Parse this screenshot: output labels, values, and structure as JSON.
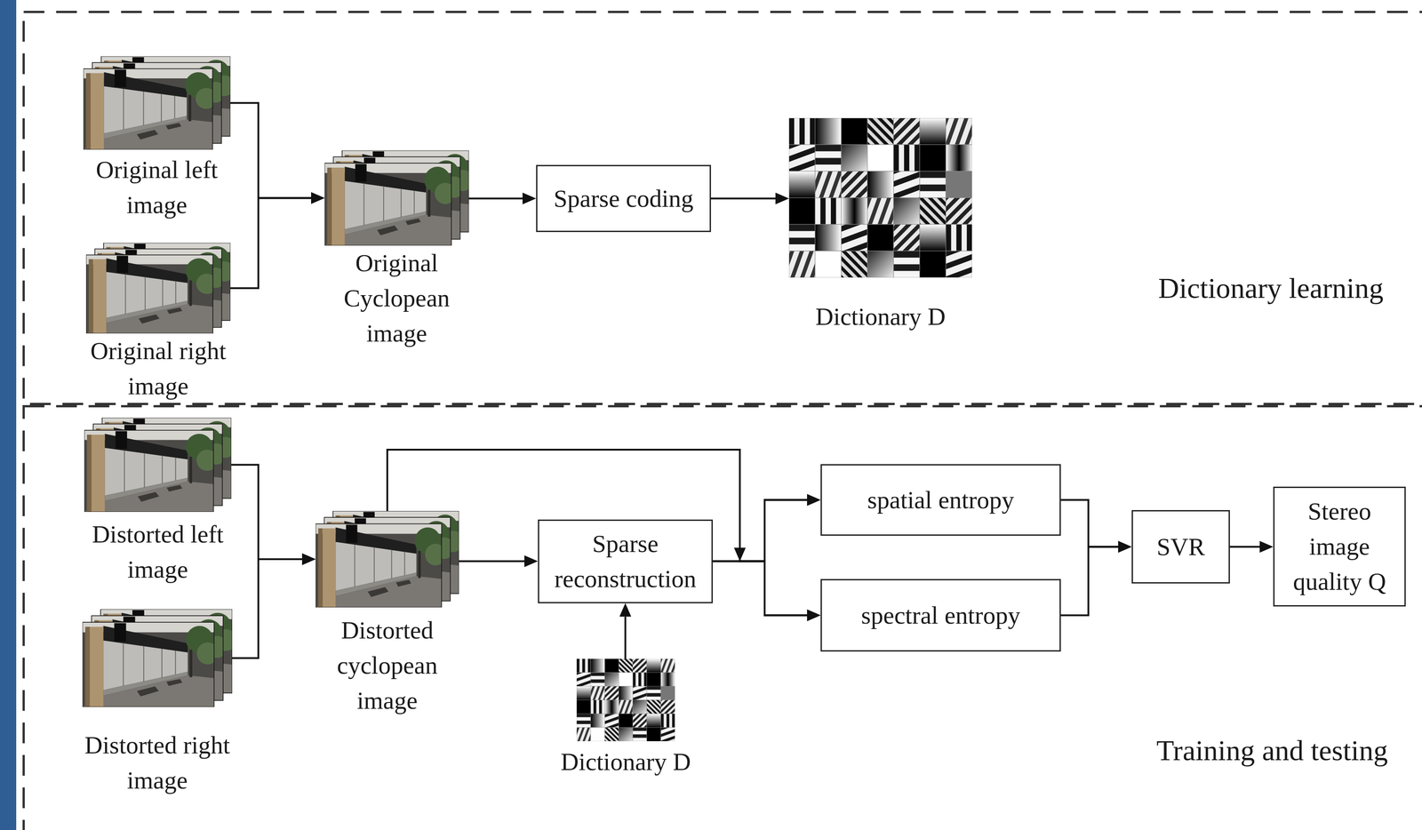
{
  "diagram": {
    "nodes": [
      {
        "text": [
          "Dictionary learning"
        ]
      },
      {
        "text": [
          "Original left image"
        ],
        "in": 0
      },
      {
        "text": [
          "Original right image"
        ],
        "in": 0
      },
      {
        "text": [
          "Original Cyclopean image"
        ],
        "in": 0
      },
      {
        "text": [
          "Sparse coding"
        ],
        "in": 0
      },
      {
        "text": [
          "Dictionary D"
        ],
        "in": 0
      },
      {
        "text": [
          "Training and testing"
        ]
      },
      {
        "text": [
          "Distorted left image"
        ],
        "in": 6
      },
      {
        "text": [
          "Distorted right image"
        ],
        "in": 6
      },
      {
        "text": [
          "Distorted cyclopean image"
        ],
        "in": 6
      },
      {
        "text": [
          "Sparse reconstruction"
        ],
        "in": 6
      },
      {
        "text": [
          "Dictionary D"
        ],
        "in": 6
      },
      {
        "text": [
          "spatial entropy"
        ],
        "in": 6
      },
      {
        "text": [
          "spectral entropy"
        ],
        "in": 6
      },
      {
        "text": [
          "SVR"
        ],
        "in": 6
      },
      {
        "text": [
          "Stereo image quality Q"
        ],
        "in": 6
      }
    ],
    "edges": [
      {
        "from": 1,
        "to": 3,
        "arrow": "to"
      },
      {
        "from": 2,
        "to": 3,
        "arrow": "to"
      },
      {
        "from": 3,
        "to": 4,
        "arrow": "to"
      },
      {
        "from": 4,
        "to": 5,
        "arrow": "to"
      },
      {
        "from": 7,
        "to": 9,
        "arrow": "to"
      },
      {
        "from": 8,
        "to": 9,
        "arrow": "to"
      },
      {
        "from": 9,
        "to": 10,
        "arrow": "to"
      },
      {
        "from": 11,
        "to": 10,
        "arrow": "to"
      },
      {
        "from": 9,
        "to": 12,
        "arrow": "to"
      },
      {
        "from": 9,
        "to": 13,
        "arrow": "to"
      },
      {
        "from": 10,
        "to": 12,
        "arrow": "to"
      },
      {
        "from": 10,
        "to": 13,
        "arrow": "to"
      },
      {
        "from": 12,
        "to": 14,
        "arrow": "to"
      },
      {
        "from": 13,
        "to": 14,
        "arrow": "to"
      },
      {
        "from": 14,
        "to": 15,
        "arrow": "to"
      }
    ]
  }
}
